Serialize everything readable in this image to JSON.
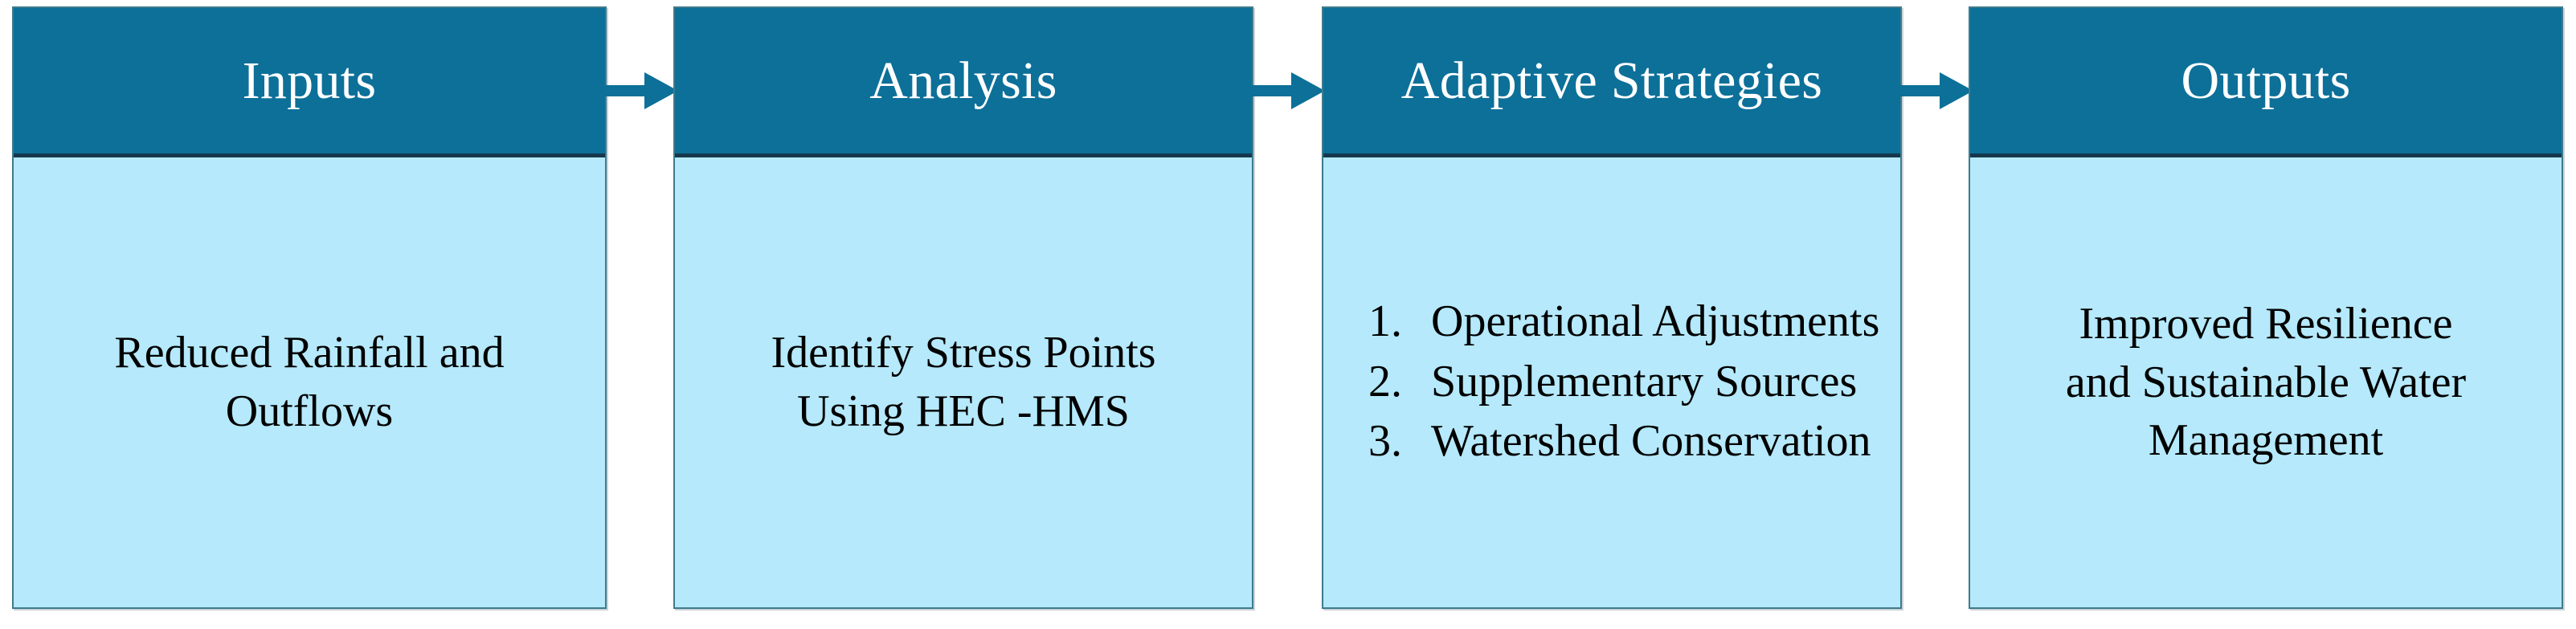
{
  "diagram": {
    "type": "horizontal-process-flow",
    "title": "",
    "colors": {
      "header_fill": "#0C7099",
      "header_text": "#FFFFFF",
      "body_fill": "#B5E9FB",
      "body_text": "#000000",
      "border": "#3F7B8C",
      "header_divider": "#16384C",
      "arrow": "#0C7099",
      "background": "#FFFFFF"
    },
    "stages": [
      {
        "id": "inputs",
        "header": "Inputs",
        "body_text": "Reduced Rainfall and\nOutflows",
        "body_kind": "paragraph"
      },
      {
        "id": "analysis",
        "header": "Analysis",
        "body_text": "Identify Stress Points\nUsing HEC -HMS",
        "body_kind": "paragraph"
      },
      {
        "id": "adaptive-strategies",
        "header": "Adaptive Strategies",
        "body_kind": "numbered-list",
        "list_items": [
          {
            "marker": "1.",
            "text": "Operational Adjustments"
          },
          {
            "marker": "2.",
            "text": "Supplementary Sources"
          },
          {
            "marker": "3.",
            "text": "Watershed Conservation"
          }
        ]
      },
      {
        "id": "outputs",
        "header": "Outputs",
        "body_text": "Improved Resilience\nand Sustainable Water\nManagement",
        "body_kind": "paragraph"
      }
    ],
    "connectors": [
      {
        "id": "arrow-inputs-to-analysis",
        "from": "inputs",
        "to": "analysis",
        "glyph": "right-arrow"
      },
      {
        "id": "arrow-analysis-to-strategies",
        "from": "analysis",
        "to": "adaptive-strategies",
        "glyph": "right-arrow"
      },
      {
        "id": "arrow-strategies-to-outputs",
        "from": "adaptive-strategies",
        "to": "outputs",
        "glyph": "right-arrow"
      }
    ]
  }
}
